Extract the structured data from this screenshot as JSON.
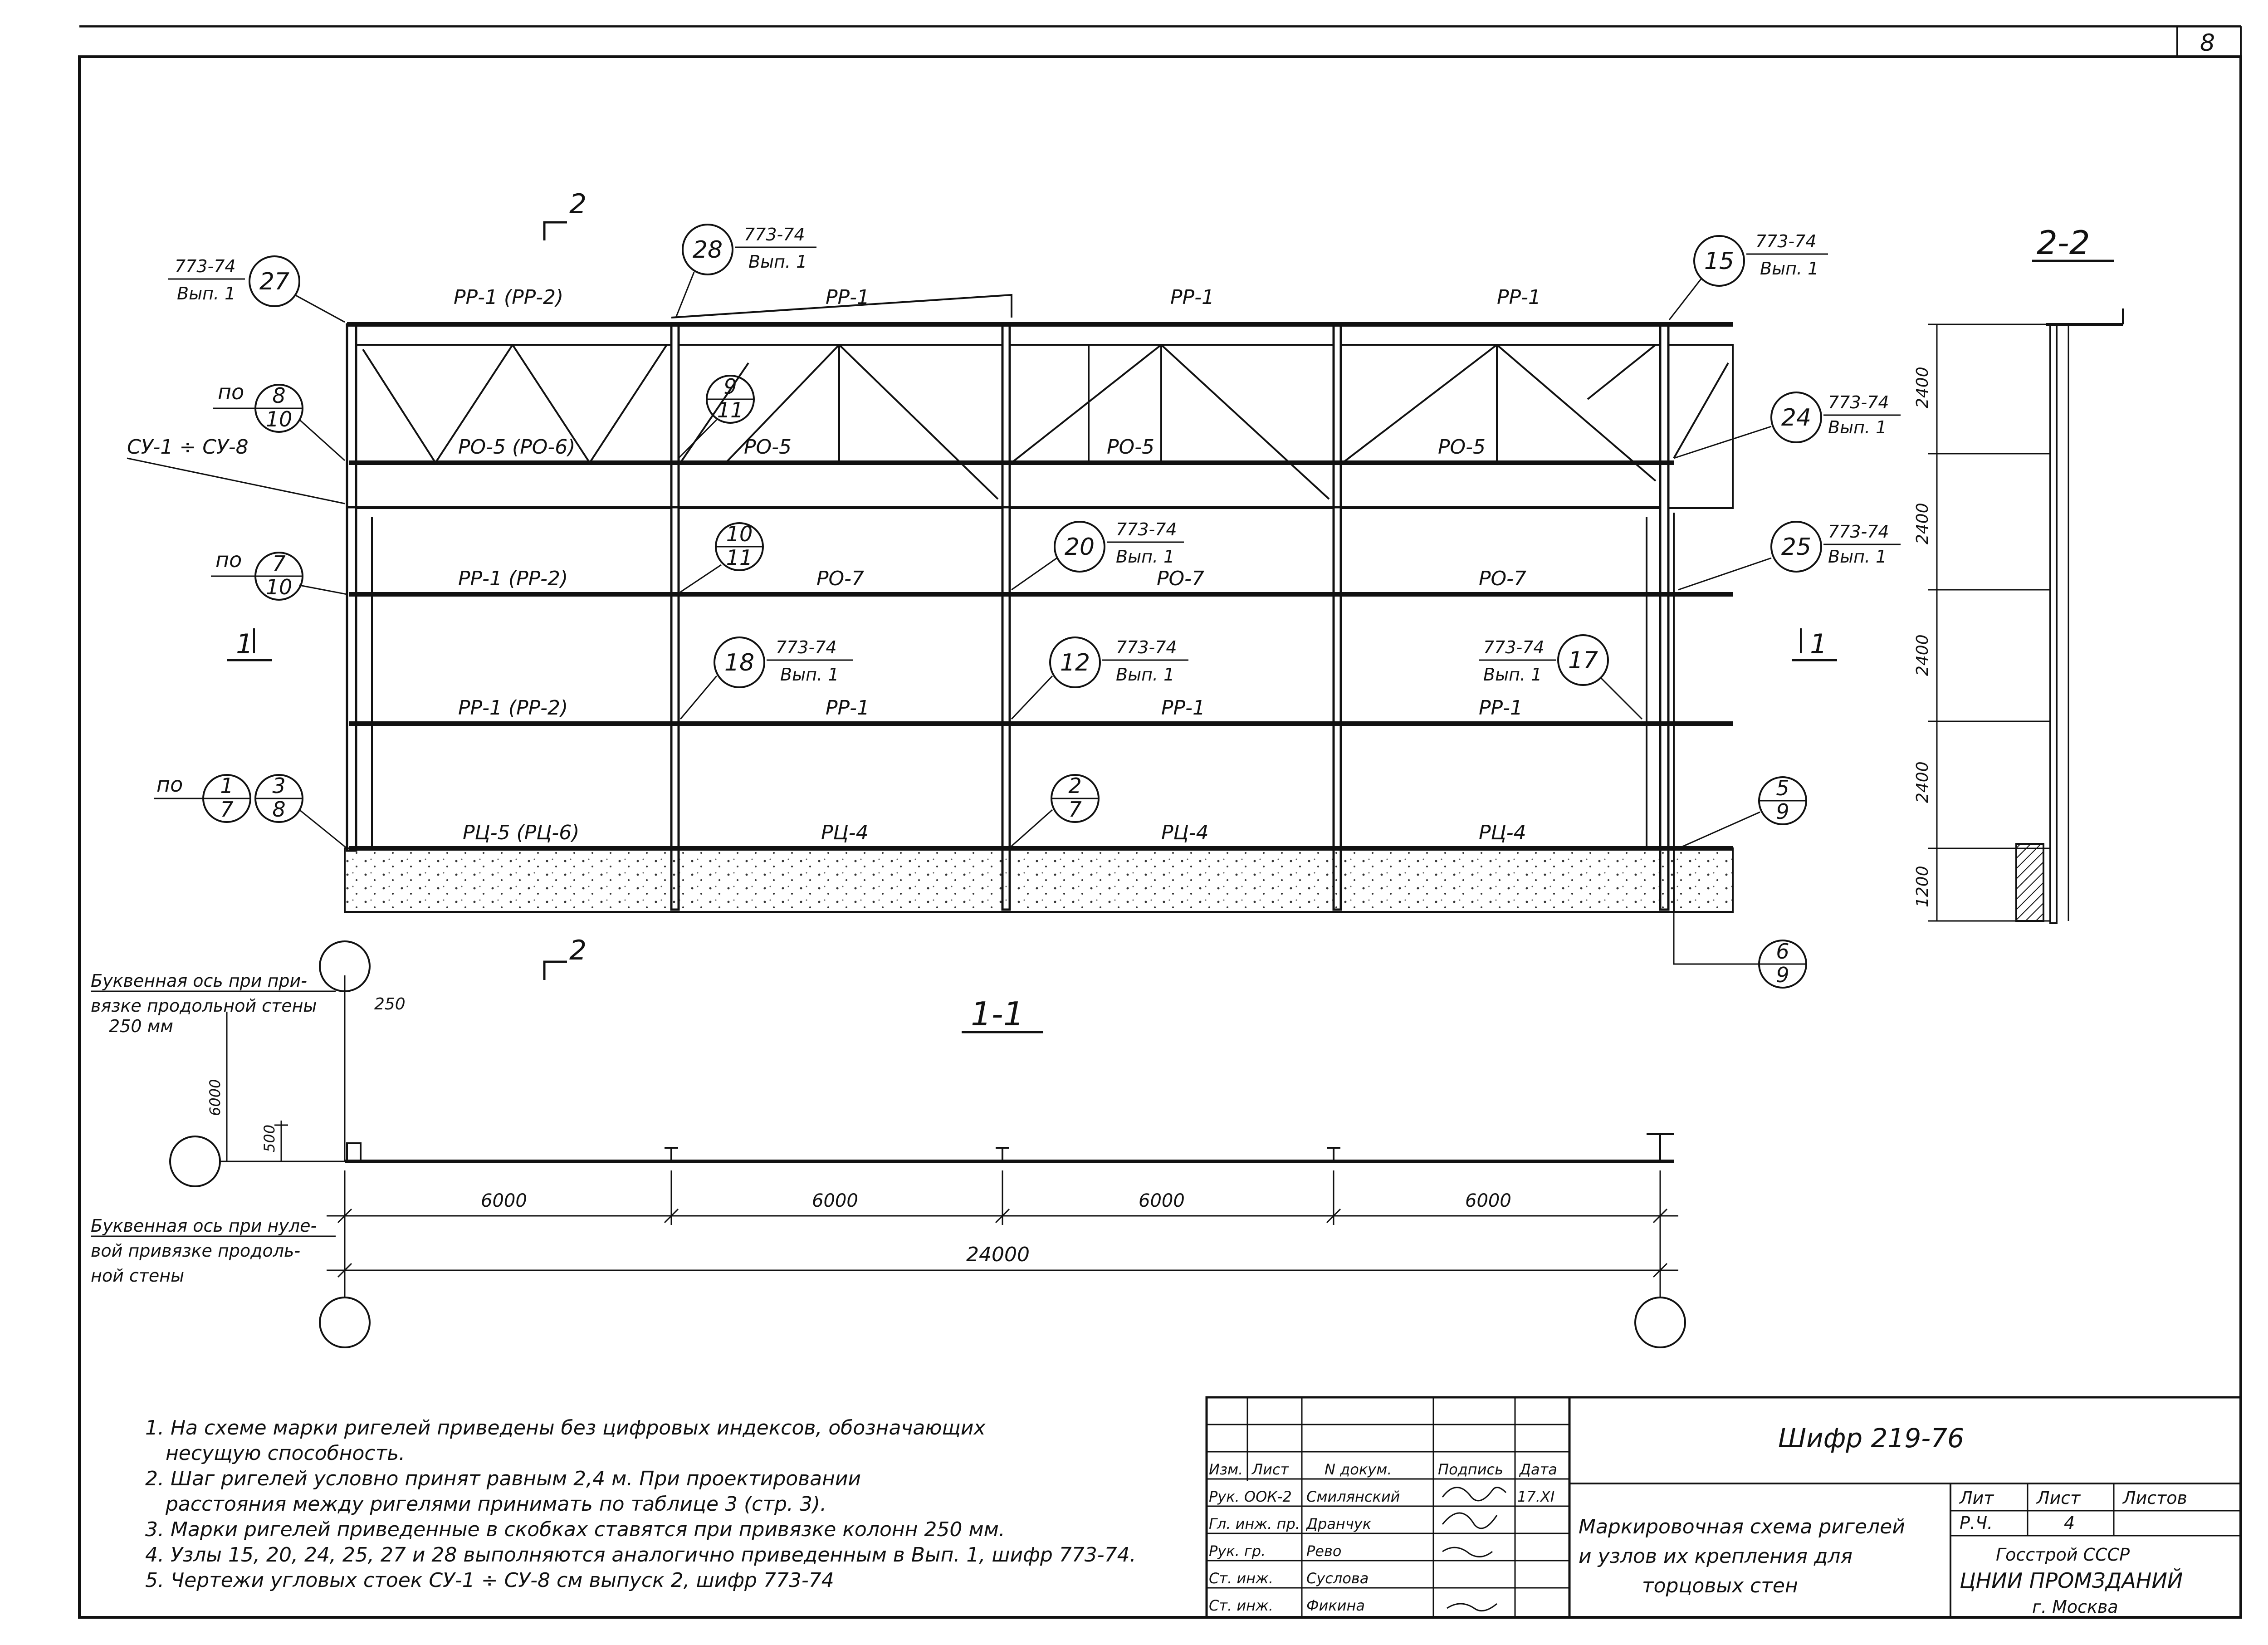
{
  "sheet_number": "8",
  "sections": {
    "s11": "1-1",
    "s22": "2-2",
    "cut_mark": "2",
    "cut_mark_side": "1"
  },
  "rigels": {
    "top": [
      "РР-1 (РР-2)",
      "РР-1",
      "РР-1",
      "РР-1"
    ],
    "row_ro5": [
      "РО-5 (РО-6)",
      "РО-5",
      "РО-5",
      "РО-5"
    ],
    "row1": [
      "РР-1 (РР-2)",
      "РО-7",
      "РО-7",
      "РО-7"
    ],
    "row2": [
      "РР-1 (РР-2)",
      "РР-1",
      "РР-1",
      "РР-1"
    ],
    "bottom": [
      "РЦ-5 (РЦ-6)",
      "РЦ-4",
      "РЦ-4",
      "РЦ-4"
    ],
    "column_mark": "СУ-1 ÷ СУ-8"
  },
  "callouts": {
    "vyp1": "Вып. 1",
    "doc_773": "773-74",
    "po": "по",
    "c27": "27",
    "c28": "28",
    "c15": "15",
    "c24": "24",
    "c25": "25",
    "c20": "20",
    "c18": "18",
    "c12": "12",
    "c17": "17",
    "f8_10": [
      "8",
      "10"
    ],
    "f7_10": [
      "7",
      "10"
    ],
    "f1_7": [
      "1",
      "7"
    ],
    "f3_8": [
      "3",
      "8"
    ],
    "f9_11": [
      "9",
      "11"
    ],
    "f10_11": [
      "10",
      "11"
    ],
    "f2_7": [
      "2",
      "7"
    ],
    "f5_9": [
      "5",
      "9"
    ],
    "f6_9": [
      "6",
      "9"
    ]
  },
  "section22_dims": [
    "2400",
    "2400",
    "2400",
    "2400",
    "1200"
  ],
  "plan": {
    "dims": [
      "6000",
      "6000",
      "6000",
      "6000"
    ],
    "total": "24000",
    "d250": "250",
    "d500": "500",
    "d6000": "6000",
    "axis_note_1": [
      "Буквенная ось при при-",
      "вязке продольной стены",
      "250 мм"
    ],
    "axis_note_2": [
      "Буквенная ось при нуле-",
      "вой привязке продоль-",
      "ной стены"
    ]
  },
  "notes": [
    "1. На схеме марки ригелей приведены без цифровых индексов, обозначающих",
    "несущую способность.",
    "2. Шаг ригелей условно принят равным 2,4 м. При проектировании",
    "расстояния между ригелями принимать по таблице 3 (стр. 3).",
    "3. Марки ригелей приведенные в скобках ставятся при привязке колонн 250 мм.",
    "4. Узлы 15, 20, 24, 25, 27 и 28 выполняются аналогично приведенным в Вып. 1, шифр 773-74.",
    "5. Чертежи угловых стоек СУ-1 ÷ СУ-8 см выпуск 2, шифр 773-74"
  ],
  "title_block": {
    "code": "Шифр 219-76",
    "title": [
      "Маркировочная схема ригелей",
      "и узлов их крепления для",
      "торцовых стен"
    ],
    "head": [
      "Изм.",
      "Лист",
      "N докум.",
      "Подпись",
      "Дата"
    ],
    "people": [
      [
        "Рук. ООК-2",
        "Смилянский"
      ],
      [
        "Гл. инж. пр.",
        "Дранчук"
      ],
      [
        "Рук. гр.",
        "Ревo"
      ],
      [
        "Ст. инж.",
        "Суслова"
      ],
      [
        "Ст. инж.",
        "Фикина"
      ]
    ],
    "date": "17.XI",
    "lit_labels": [
      "Лит",
      "Лист",
      "Листов"
    ],
    "lit_values": [
      "Р.Ч.",
      "4",
      ""
    ],
    "org": [
      "Госстрой СССР",
      "ЦНИИ ПРОМЗДАНИЙ",
      "г. Москва"
    ]
  }
}
